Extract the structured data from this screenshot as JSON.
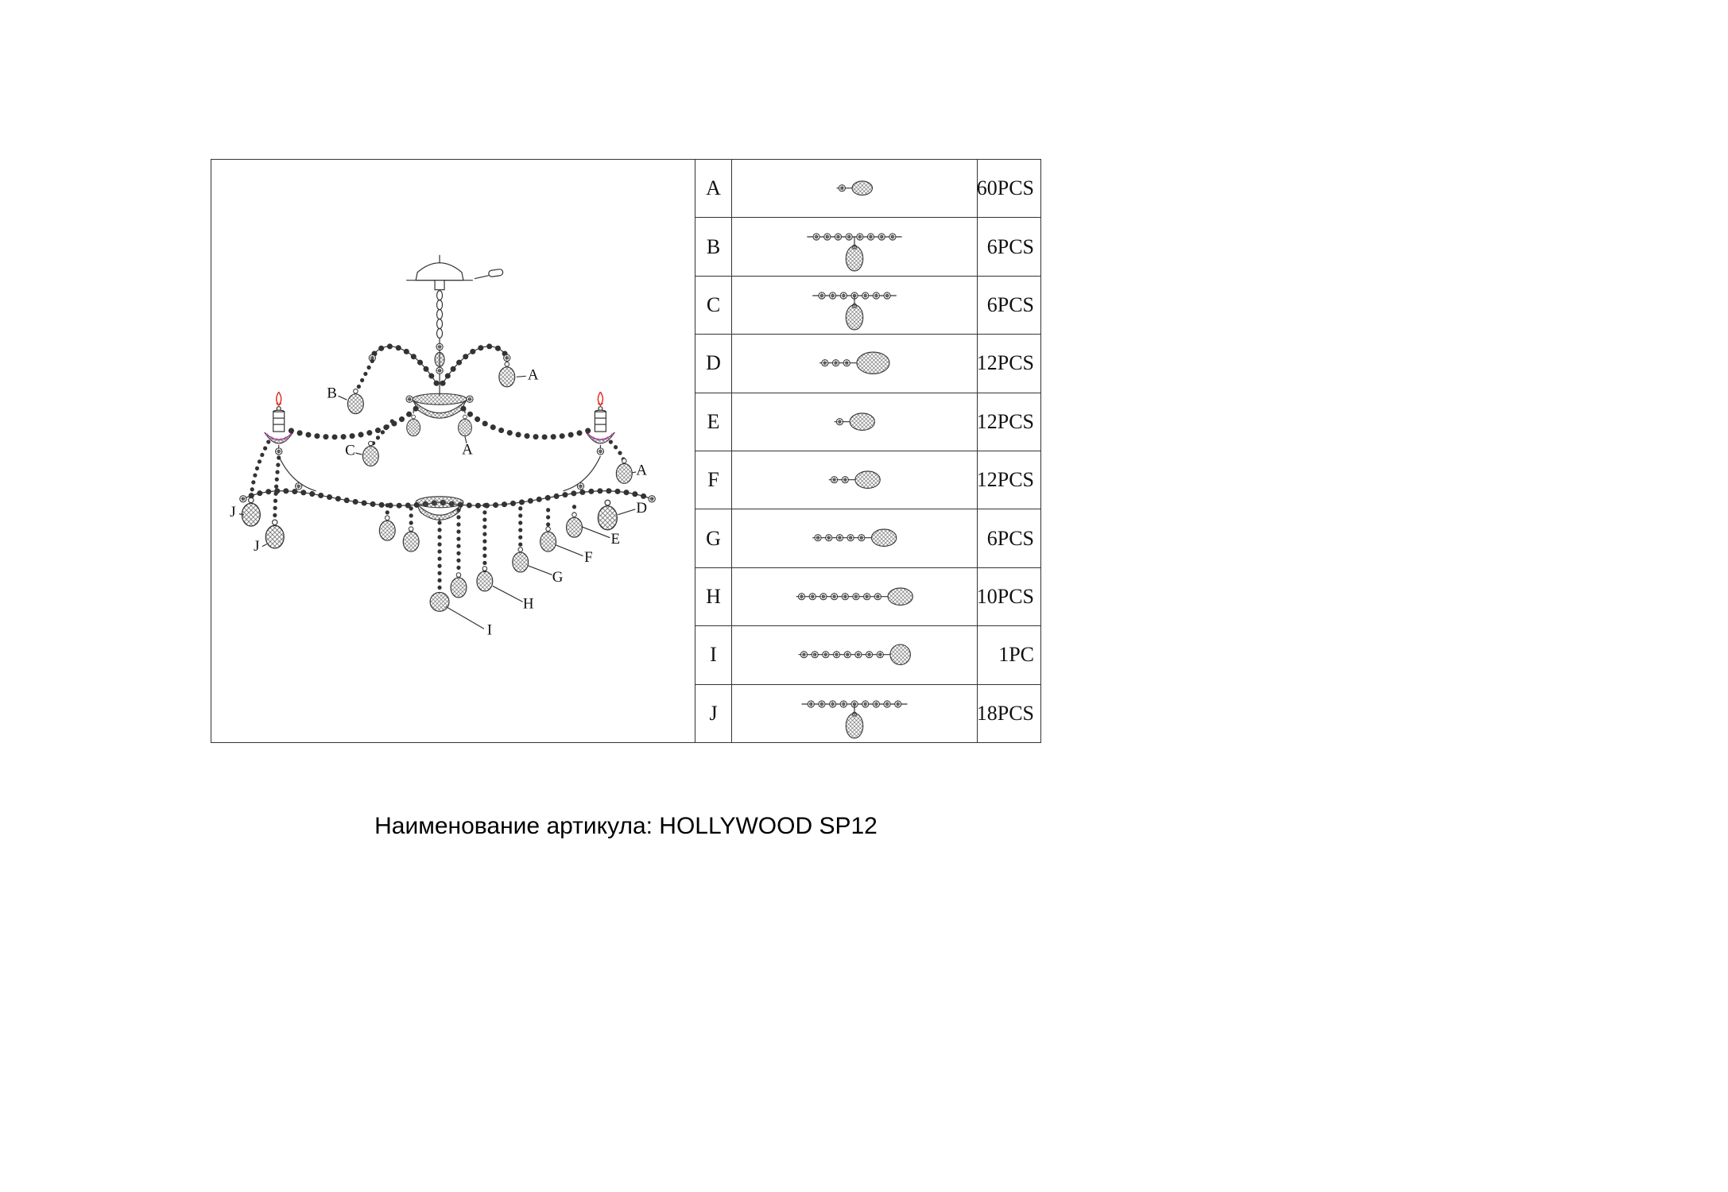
{
  "caption": "Наименование артикула: HOLLYWOOD SP12",
  "colors": {
    "flame": "#e03323",
    "bobeche_dots": "#cf3fc0",
    "line": "#333333"
  },
  "drawing": {
    "labels": [
      "A",
      "B",
      "C",
      "A",
      "A",
      "J",
      "J",
      "D",
      "E",
      "F",
      "G",
      "H",
      "I"
    ]
  },
  "parts_table": {
    "rows": [
      {
        "letter": "A",
        "qty": "60PCS",
        "style": "inline",
        "beads": 1,
        "drop": "oval",
        "size": "s"
      },
      {
        "letter": "B",
        "qty": "6PCS",
        "style": "tee",
        "beads": 8,
        "drop": "oval",
        "size": "m"
      },
      {
        "letter": "C",
        "qty": "6PCS",
        "style": "tee",
        "beads": 7,
        "drop": "oval",
        "size": "m"
      },
      {
        "letter": "D",
        "qty": "12PCS",
        "style": "inline",
        "beads": 3,
        "drop": "oval",
        "size": "l"
      },
      {
        "letter": "E",
        "qty": "12PCS",
        "style": "inline",
        "beads": 1,
        "drop": "oval",
        "size": "m"
      },
      {
        "letter": "F",
        "qty": "12PCS",
        "style": "inline",
        "beads": 2,
        "drop": "oval",
        "size": "m"
      },
      {
        "letter": "G",
        "qty": "6PCS",
        "style": "inline",
        "beads": 5,
        "drop": "oval",
        "size": "m"
      },
      {
        "letter": "H",
        "qty": "10PCS",
        "style": "inline",
        "beads": 8,
        "drop": "oval",
        "size": "m"
      },
      {
        "letter": "I",
        "qty": "1PC",
        "style": "inline",
        "beads": 8,
        "drop": "ball",
        "size": "m"
      },
      {
        "letter": "J",
        "qty": "18PCS",
        "style": "tee",
        "beads": 9,
        "drop": "oval",
        "size": "m"
      }
    ]
  }
}
